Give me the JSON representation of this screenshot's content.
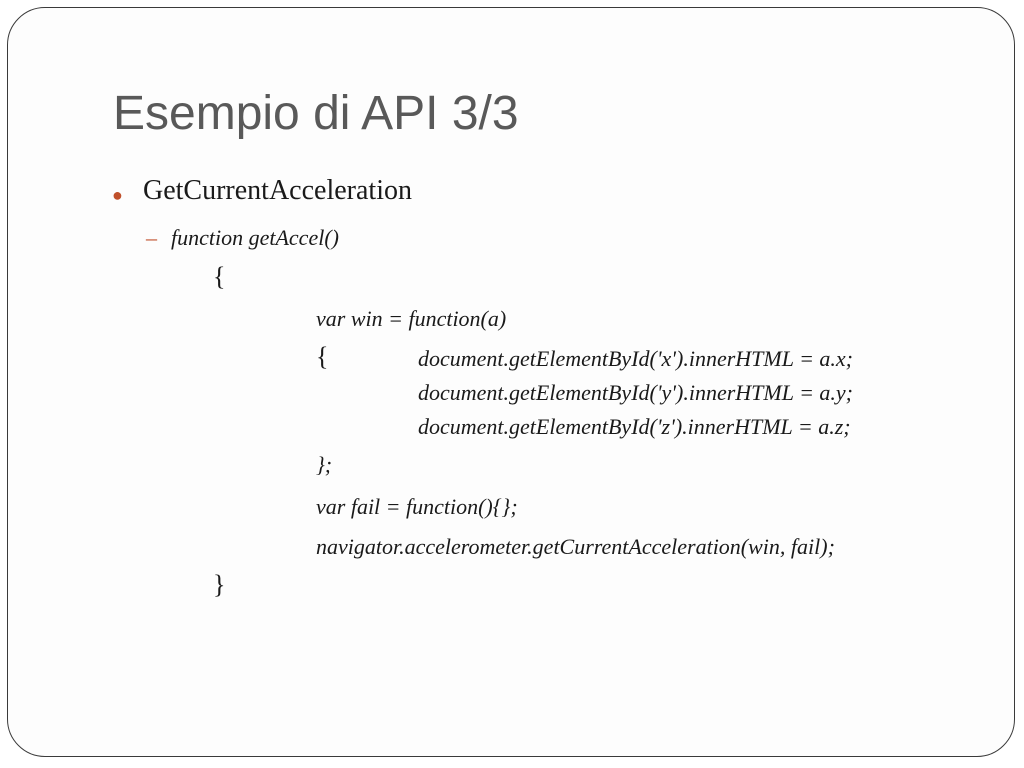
{
  "slide": {
    "title": "Esempio di API 3/3",
    "bullet": "GetCurrentAcceleration",
    "sub_bullet_marker": "–",
    "sub_bullet": "function getAccel()",
    "code": {
      "open_brace": "{",
      "line_win": "var win = function(a)",
      "inner_open_brace": "{",
      "line_x": "document.getElementById('x').innerHTML = a.x;",
      "line_y": "document.getElementById('y').innerHTML = a.y;",
      "line_z": "document.getElementById('z').innerHTML = a.z;",
      "inner_close": "};",
      "line_fail": "var fail = function(){};",
      "line_nav": "navigator.accelerometer.getCurrentAcceleration(win, fail);",
      "close_brace": "}"
    }
  }
}
